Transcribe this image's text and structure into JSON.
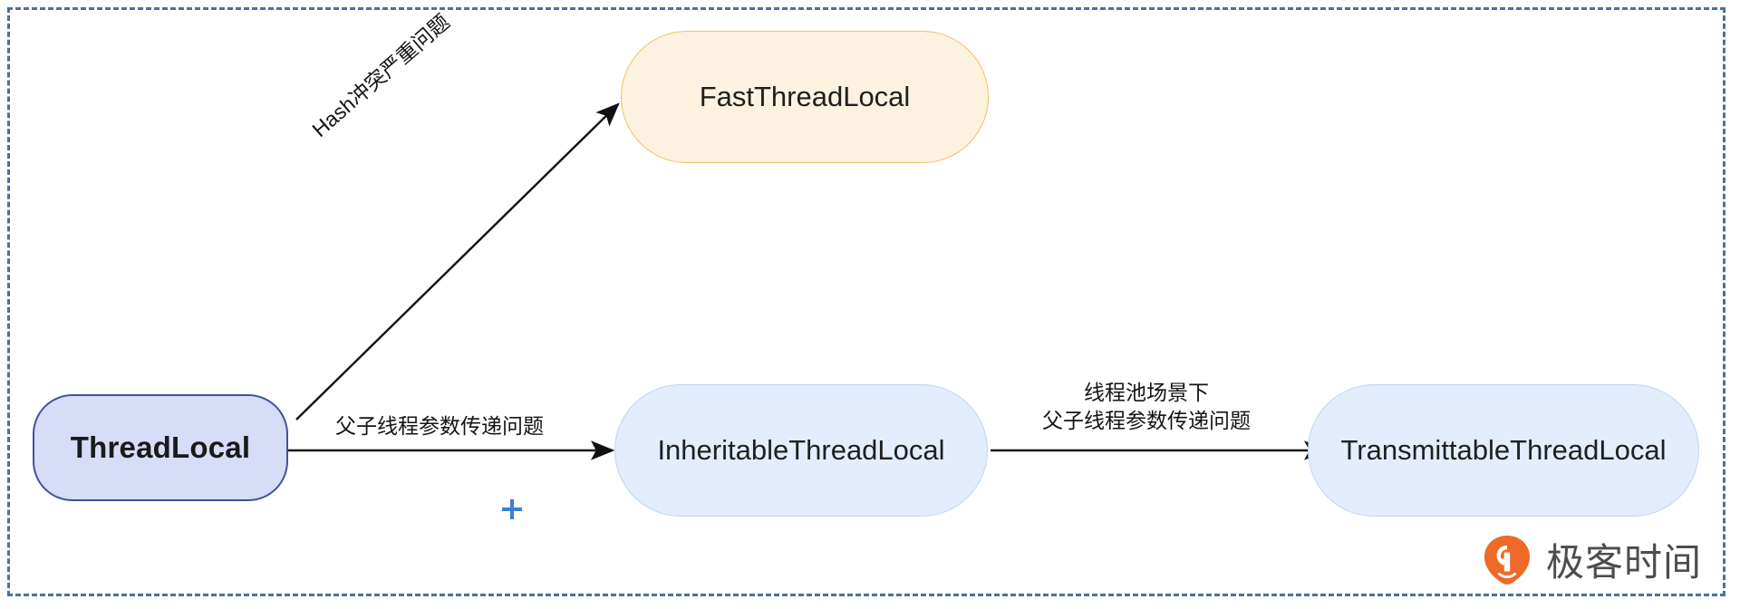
{
  "diagram": {
    "title": "ThreadLocal variants relationship diagram",
    "frame": {
      "style": "dashed-selection-border",
      "color": "#4a6fa5"
    },
    "nodes": [
      {
        "id": "threadlocal",
        "label": "ThreadLocal",
        "shape": "rounded-rectangle",
        "fill": "#d7dcf7",
        "stroke": "#41529a",
        "bold": true
      },
      {
        "id": "fastthreadlocal",
        "label": "FastThreadLocal",
        "shape": "stadium",
        "fill": "#fdf2e0",
        "stroke": "#f2c063",
        "bold": false
      },
      {
        "id": "inheritablethreadlocal",
        "label": "InheritableThreadLocal",
        "shape": "stadium",
        "fill": "#e4edfb",
        "stroke": "#bcd6f2",
        "bold": false
      },
      {
        "id": "transmittablethreadlocal",
        "label": "TransmittableThreadLocal",
        "shape": "stadium",
        "fill": "#e4edfb",
        "stroke": "#bcd6f2",
        "bold": false
      }
    ],
    "edges": [
      {
        "id": "edge-hash",
        "from": "threadlocal",
        "to": "fastthreadlocal",
        "label_line1": "Hash冲突严重问题",
        "label_line2": "",
        "arrow": "end",
        "color": "#111111"
      },
      {
        "id": "edge-parentchild",
        "from": "threadlocal",
        "to": "inheritablethreadlocal",
        "label_line1": "父子线程参数传递问题",
        "label_line2": "",
        "arrow": "end",
        "color": "#111111"
      },
      {
        "id": "edge-pool",
        "from": "inheritablethreadlocal",
        "to": "transmittablethreadlocal",
        "label_line1": "线程池场景下",
        "label_line2": "父子线程参数传递问题",
        "arrow": "end",
        "color": "#111111"
      }
    ],
    "marker": {
      "name": "crosshair-marker",
      "color": "#3a7fd5"
    },
    "watermark": {
      "text": "极客时间",
      "icon": "geektime-logo-icon",
      "icon_color": "#ee6a28",
      "text_color": "#4d4d4d"
    }
  }
}
